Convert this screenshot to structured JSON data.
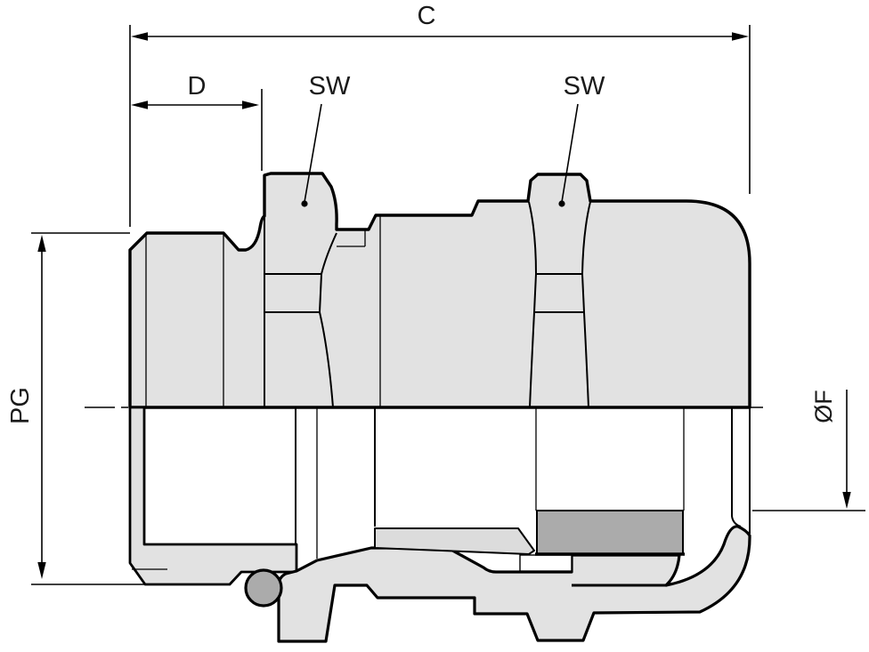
{
  "drawing": {
    "type": "technical-dimension-drawing",
    "subject": "Cable gland (screw connection) cross-section with dimension callouts",
    "labels": {
      "c": "C",
      "d": "D",
      "sw_left": "SW",
      "sw_right": "SW",
      "pg": "PG",
      "diameter_f": "ØF"
    },
    "colors": {
      "background": "#ffffff",
      "body_fill": "#e2e2e2",
      "insert_fill": "#dcdcdc",
      "seal_fill": "#ababab",
      "line": "#000000"
    }
  }
}
